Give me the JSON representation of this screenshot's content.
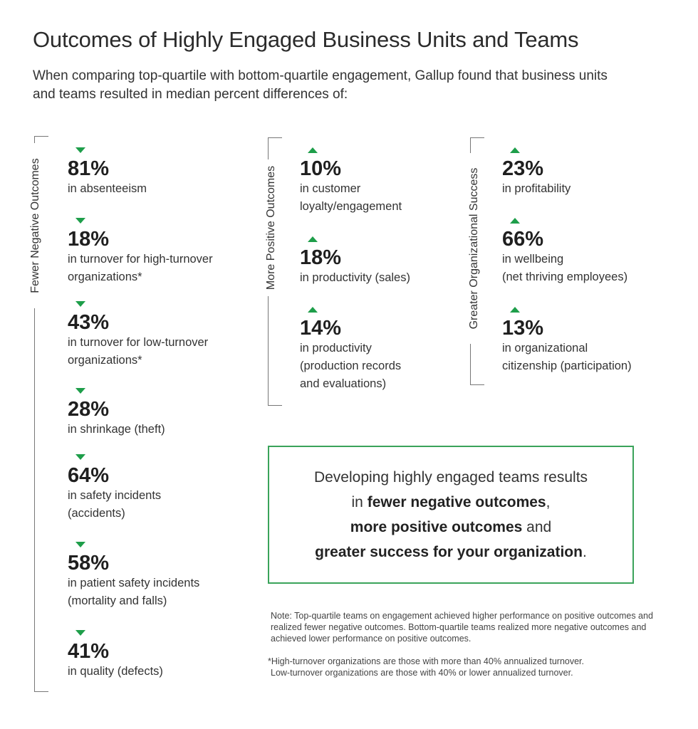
{
  "title": "Outcomes of Highly Engaged Business Units and Teams",
  "subtitle": "When comparing top-quartile with bottom-quartile engagement, Gallup found that business units and teams resulted in median percent differences of:",
  "colors": {
    "arrow": "#1e9e4a",
    "callout_border": "#3aa35a"
  },
  "groups": {
    "negative": {
      "label": "Fewer Negative Outcomes",
      "arrow_icon": "down-triangle-icon",
      "items": [
        {
          "value": "81%",
          "line1": "in absenteeism",
          "line2": ""
        },
        {
          "value": "18%",
          "line1": "in turnover for high-turnover",
          "line2": "organizations*"
        },
        {
          "value": "43%",
          "line1": "in turnover for low-turnover",
          "line2": "organizations*"
        },
        {
          "value": "28%",
          "line1": "in shrinkage (theft)",
          "line2": ""
        },
        {
          "value": "64%",
          "line1": "in safety incidents",
          "line2": "(accidents)"
        },
        {
          "value": "58%",
          "line1": "in patient safety incidents",
          "line2": "(mortality and falls)"
        },
        {
          "value": "41%",
          "line1": "in quality (defects)",
          "line2": ""
        }
      ]
    },
    "positive": {
      "label": "More Positive Outcomes",
      "arrow_icon": "up-triangle-icon",
      "items": [
        {
          "value": "10%",
          "line1": "in customer",
          "line2": "loyalty/engagement",
          "line3": ""
        },
        {
          "value": "18%",
          "line1": "in productivity (sales)",
          "line2": "",
          "line3": ""
        },
        {
          "value": "14%",
          "line1": "in productivity",
          "line2": "(production records",
          "line3": "and evaluations)"
        }
      ]
    },
    "success": {
      "label": "Greater Organizational Success",
      "arrow_icon": "up-triangle-icon",
      "items": [
        {
          "value": "23%",
          "line1": "in profitability",
          "line2": ""
        },
        {
          "value": "66%",
          "line1": "in wellbeing",
          "line2": "(net thriving employees)"
        },
        {
          "value": "13%",
          "line1": "in organizational",
          "line2": "citizenship (participation)"
        }
      ]
    }
  },
  "callout": {
    "line1": "Developing highly engaged teams results",
    "line2_pre": "in ",
    "line2_bold": "fewer negative outcomes",
    "line2_post": ",",
    "line3_bold": "more positive outcomes",
    "line3_post": " and",
    "line4_bold": "greater success for your organization",
    "line4_post": "."
  },
  "notes": {
    "note": "Note: Top-quartile teams on engagement achieved higher performance on positive outcomes and realized fewer negative outcomes. Bottom-quartile teams realized more negative outcomes and achieved lower performance on positive outcomes.",
    "footnote_1": "*High-turnover organizations are those with more than 40% annualized turnover.",
    "footnote_2": "Low-turnover organizations are those with 40% or lower annualized turnover."
  }
}
